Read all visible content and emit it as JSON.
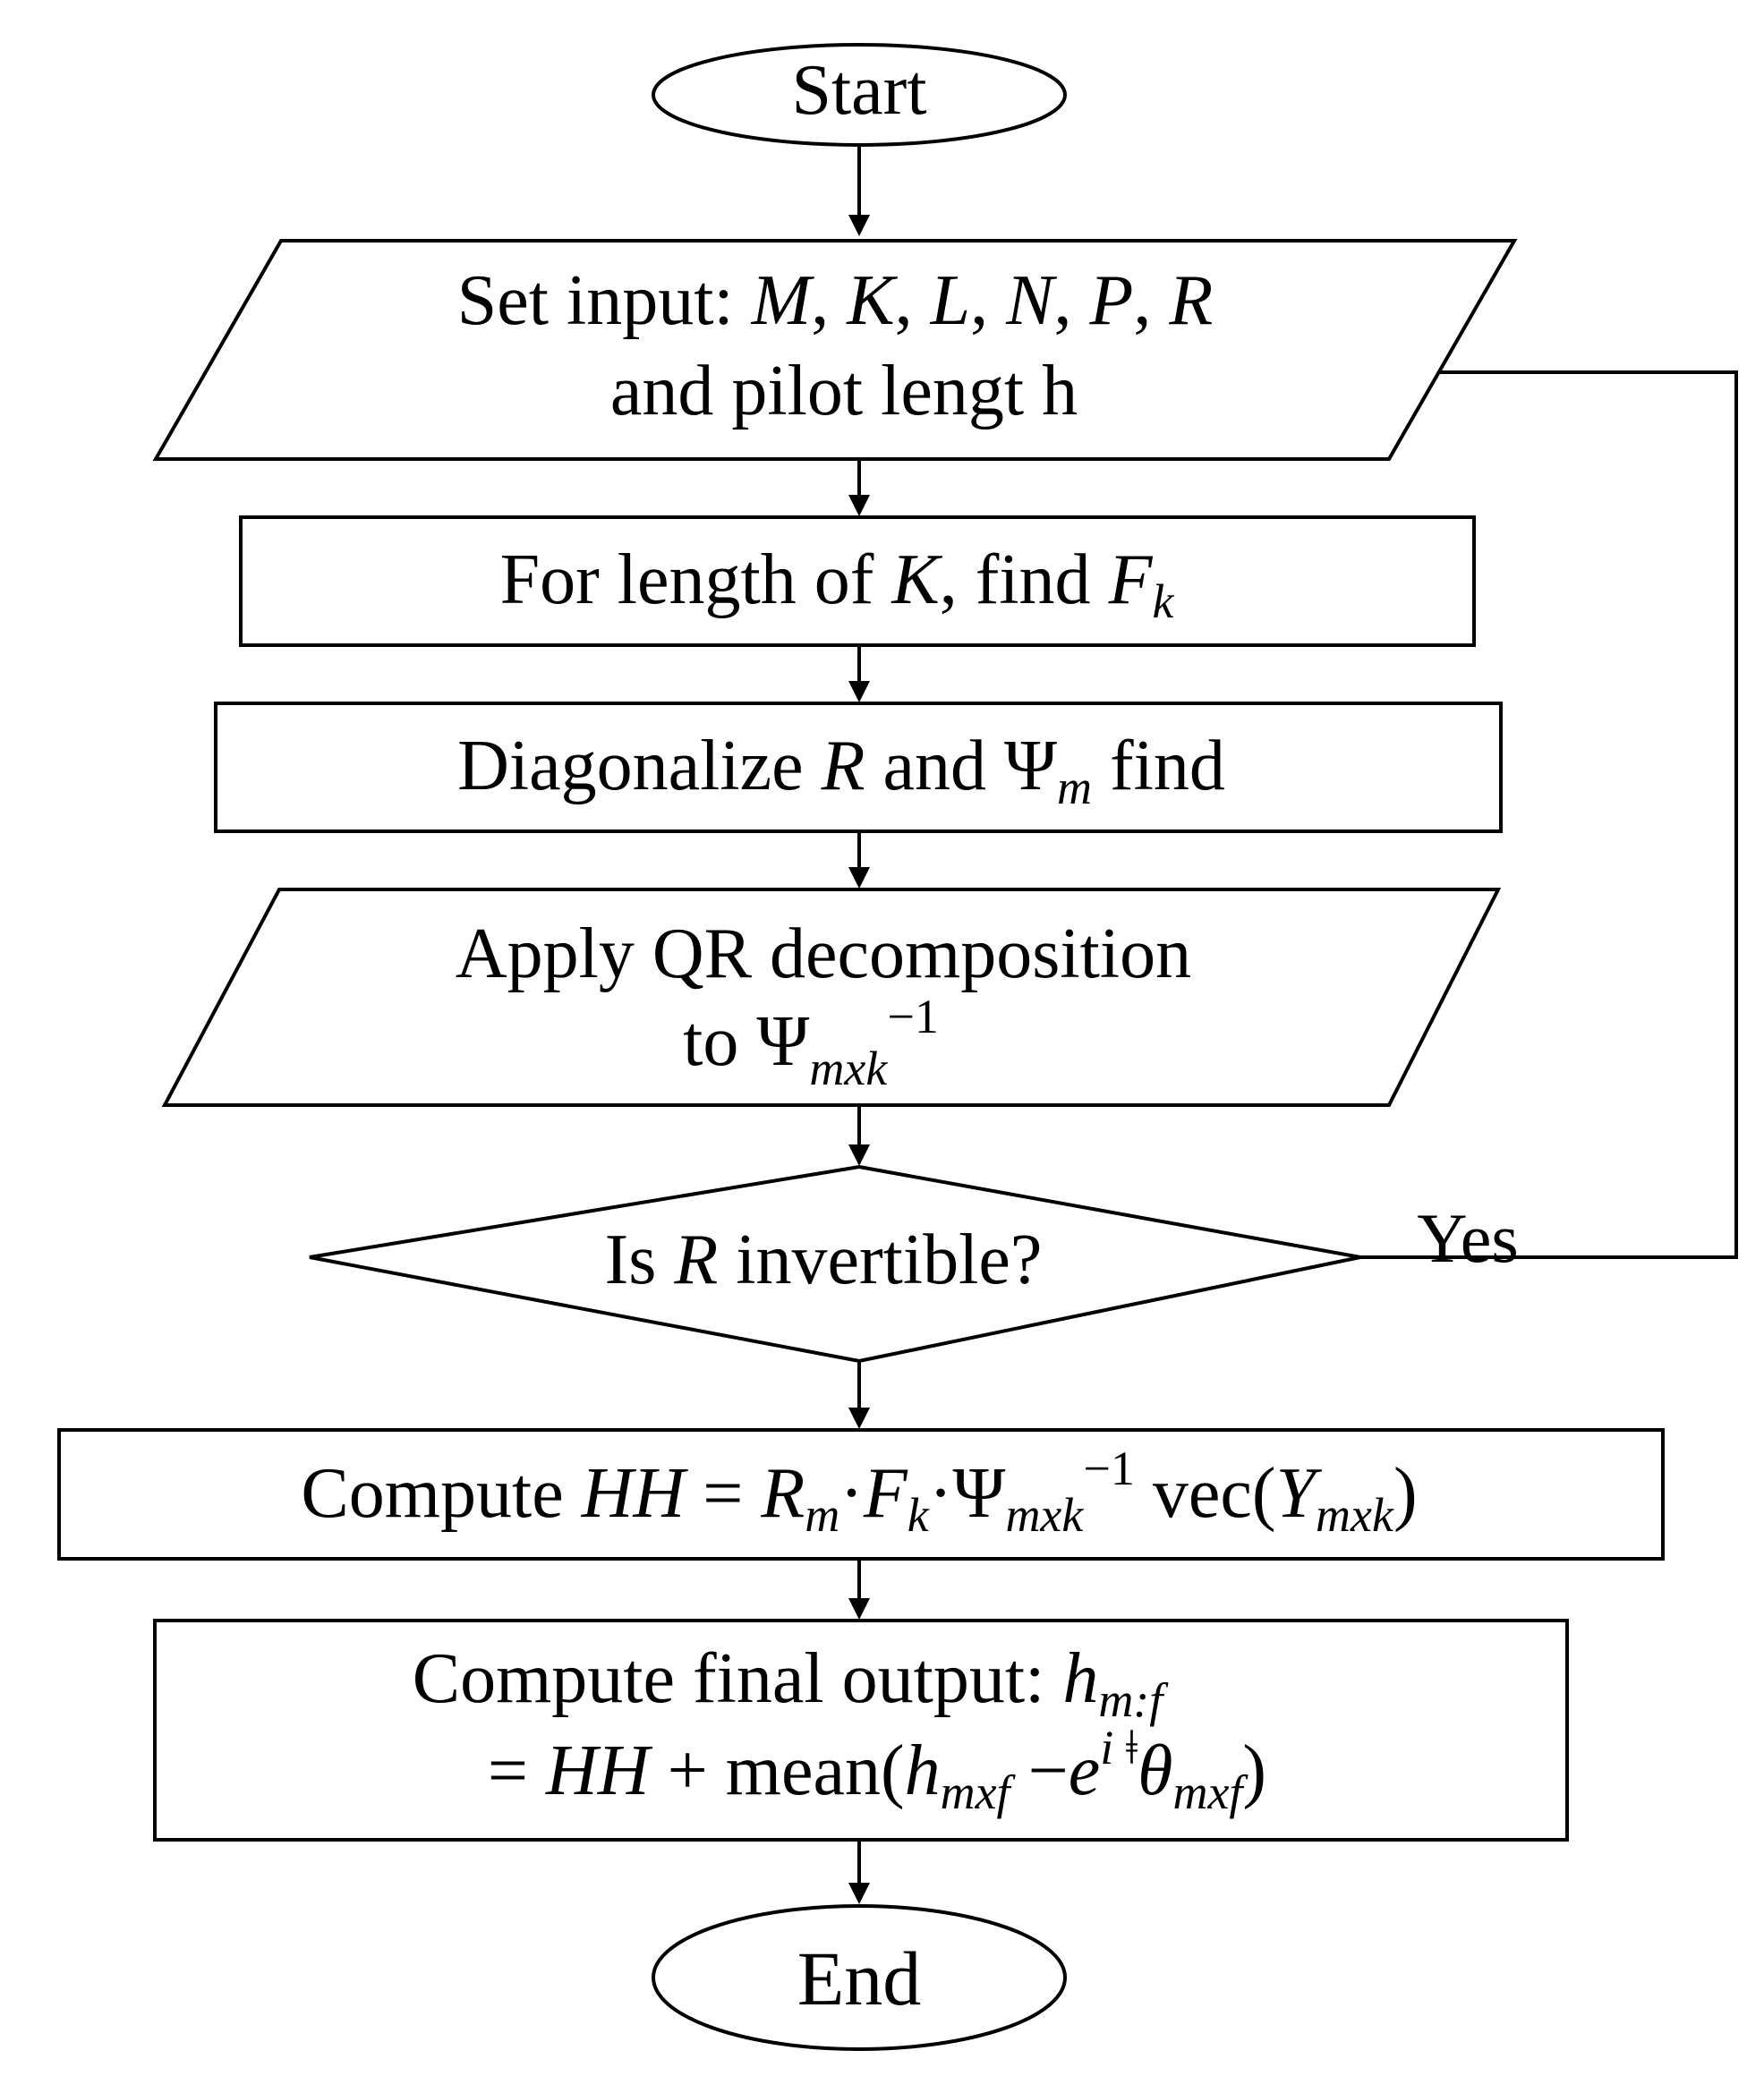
{
  "nodes": {
    "start": {
      "label": "Start"
    },
    "set_input": {
      "prefix": "Set input: ",
      "variables": [
        "M",
        "K",
        "L",
        "N",
        "P",
        "R"
      ],
      "separator": ", ",
      "line2": "and pilot lengt h"
    },
    "find_fk": {
      "prefix": "For length of ",
      "var": "K",
      "middle": ", find ",
      "result": "F",
      "result_sub": "k"
    },
    "diagonalize": {
      "prefix": "Diagonalize ",
      "var_r": "R",
      "middle": " and ",
      "psi": "Ψ",
      "psi_sub": "m",
      "suffix": " find"
    },
    "qr": {
      "line1": "Apply QR decomposition",
      "line2_prefix": "to ",
      "psi": "Ψ",
      "psi_sub": "mxk",
      "psi_sup": "−1"
    },
    "decision": {
      "prefix": "Is ",
      "var": "R",
      "suffix": " invertible?",
      "yes_label": "Yes"
    },
    "compute_hh": {
      "prefix": "Compute ",
      "hh": "HH",
      "eq": " = ",
      "r": "R",
      "r_sub": "m",
      "dot": "·",
      "f": "F",
      "f_sub": "k",
      "psi": "Ψ",
      "psi_sub": "mxk",
      "psi_sup": "−1",
      "vec": " vec(",
      "y": "Y",
      "y_sub": "mxk",
      "close": ")"
    },
    "final_output": {
      "prefix": "Compute final output: ",
      "h": "h",
      "h_sub": "m:f",
      "line2_eq": "= ",
      "hh": "HH",
      "plus_mean": " + mean(",
      "h2": "h",
      "h2_sub": "mxf",
      "minus": " −",
      "e": "e",
      "e_sup": "i ǂ",
      "theta": "θ",
      "theta_sub": "mxf",
      "close": ")"
    },
    "end": {
      "label": "End"
    }
  }
}
